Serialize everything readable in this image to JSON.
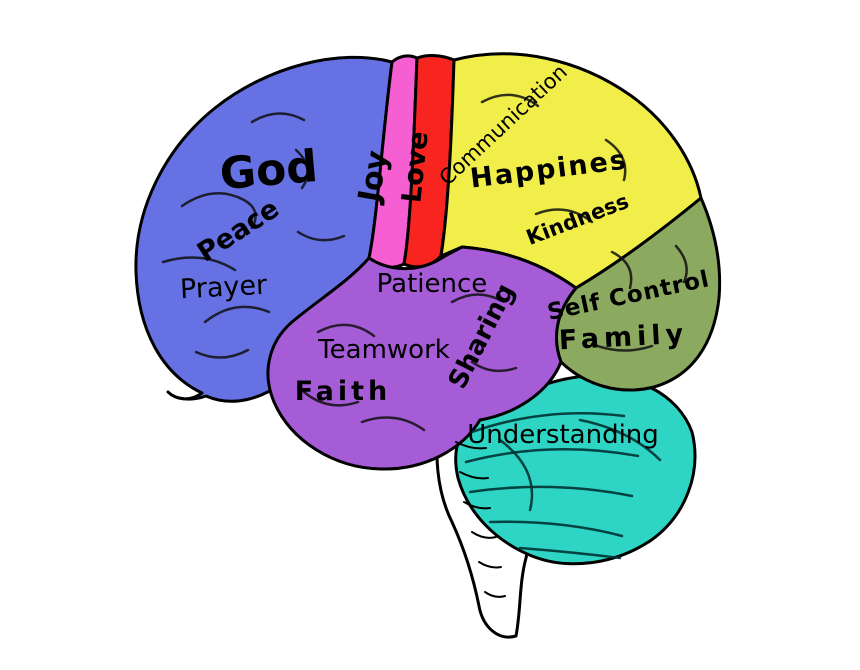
{
  "diagram": {
    "kind": "labeled-brain-values-diagram",
    "labels": {
      "god": "God",
      "peace": "Peace",
      "prayer": "Prayer",
      "joy": "Joy",
      "love": "Love",
      "communication": "Communication",
      "happines": "Happines",
      "kindness": "Kindness",
      "self_control": "Self Control",
      "family": "Family",
      "patience": "Patience",
      "teamwork": "Teamwork",
      "sharing": "Sharing",
      "faith": "Faith",
      "understanding": "Understanding"
    }
  },
  "colors": {
    "background": "#ffffff",
    "blue": "#6672e3",
    "pink": "#f55fd2",
    "red": "#f8241f",
    "yellow": "#f1ee4a",
    "green": "#8ba95f",
    "purple": "#a55cd6",
    "teal": "#2fd5c4",
    "stem_white": "#ffffff",
    "outline": "#000000"
  }
}
